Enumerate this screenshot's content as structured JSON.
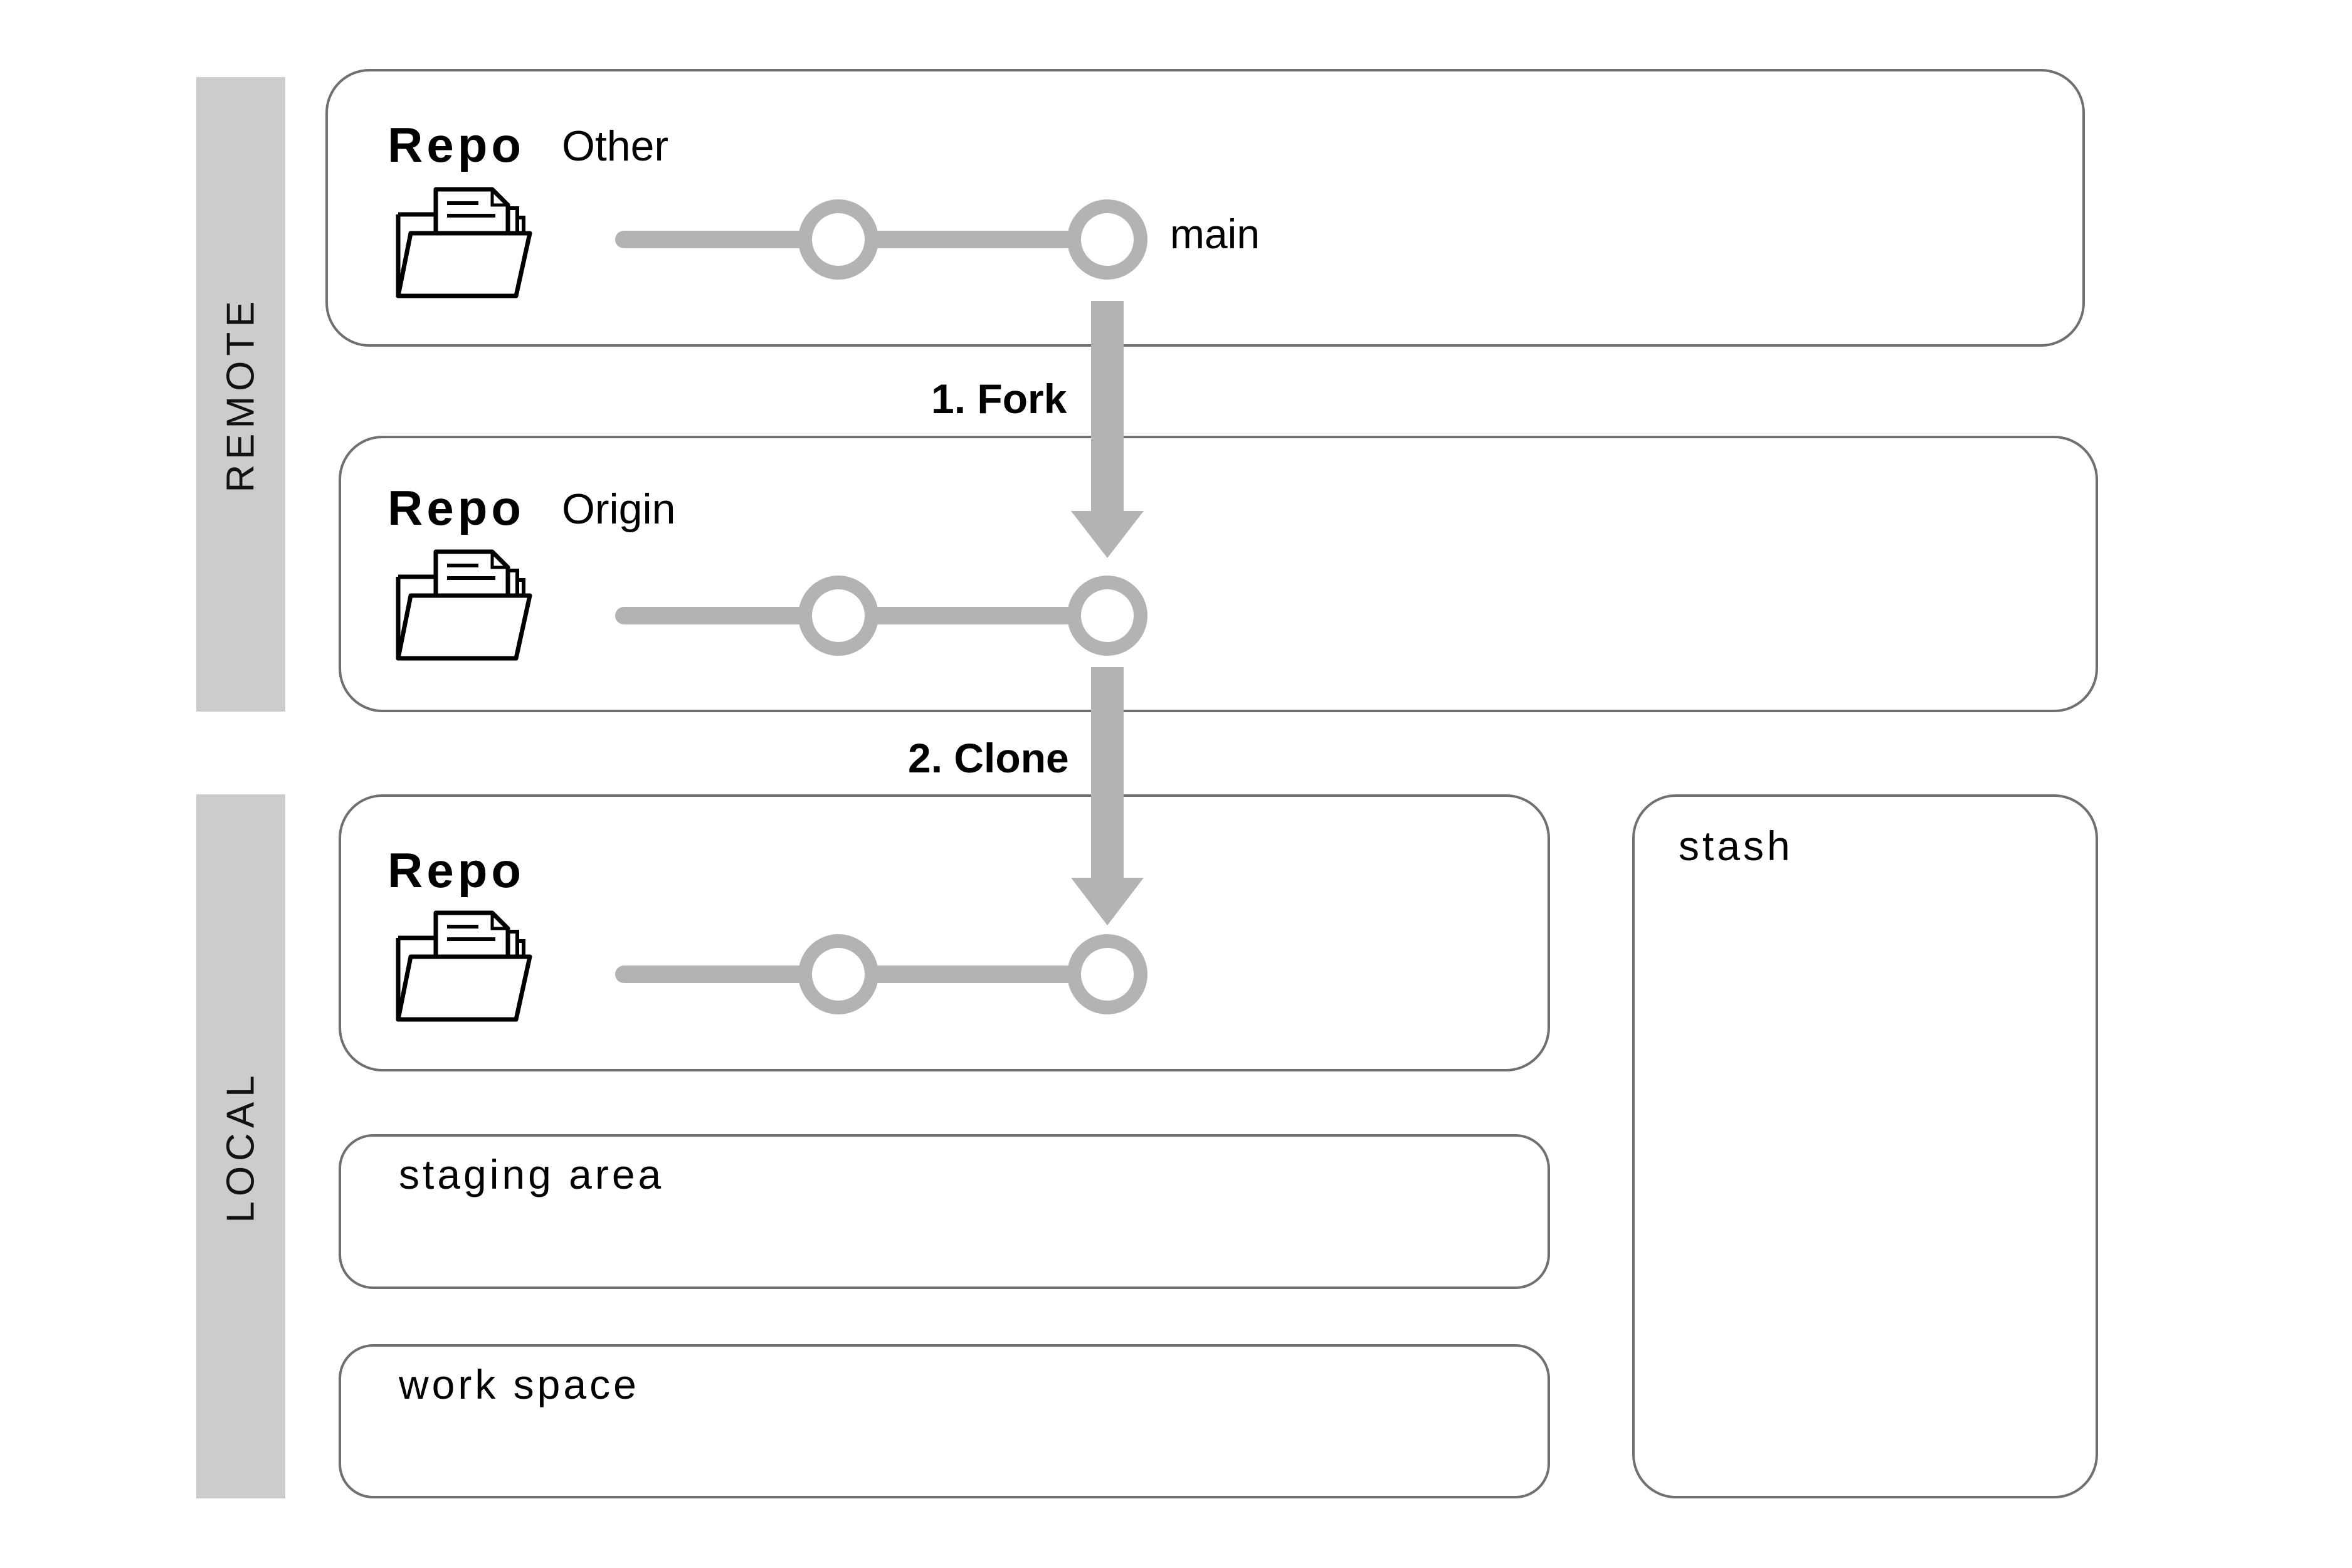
{
  "sections": {
    "remote_label": "REMOTE",
    "local_label": "LOCAL"
  },
  "repos": {
    "other": {
      "title": "Repo",
      "name": "Other",
      "branch": "main"
    },
    "origin": {
      "title": "Repo",
      "name": "Origin"
    },
    "local": {
      "title": "Repo"
    }
  },
  "steps": {
    "fork": "1. Fork",
    "clone": "2. Clone"
  },
  "areas": {
    "staging": "staging area",
    "workspace": "work space",
    "stash": "stash"
  },
  "icons": {
    "repo_icon": "folder-icon",
    "commit_icon": "commit-node-icon",
    "arrow_icon": "arrow-down-icon"
  },
  "colors": {
    "band": "#cccccc",
    "line": "#b3b3b3",
    "border": "#707070"
  }
}
